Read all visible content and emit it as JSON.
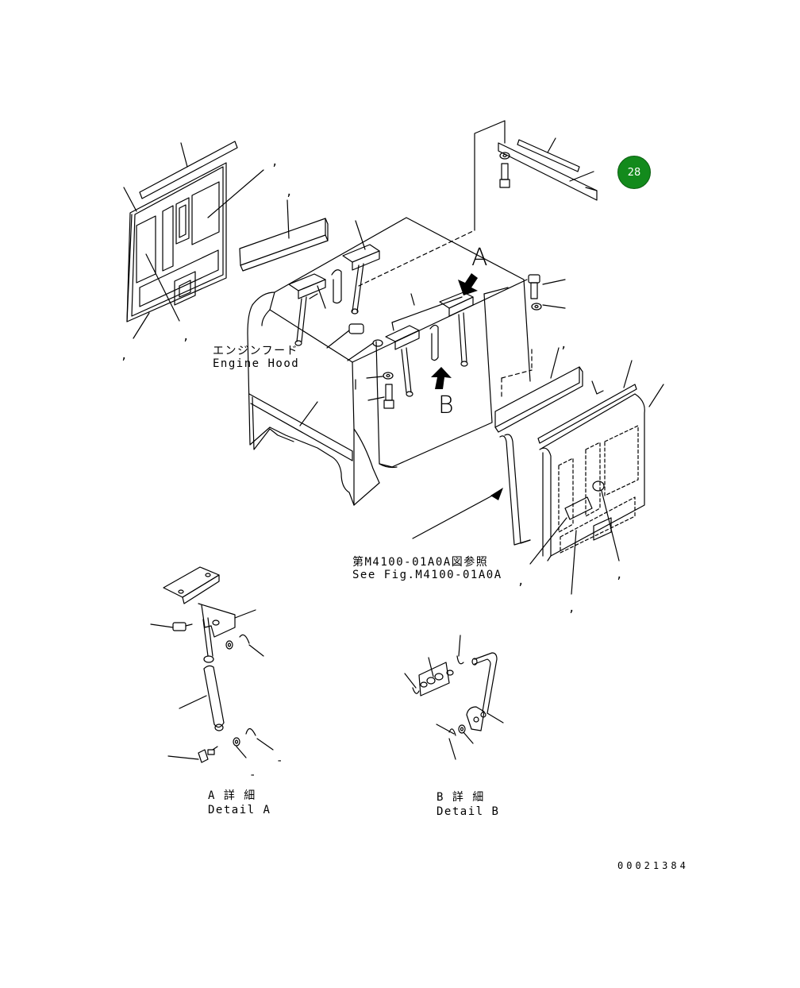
{
  "badge": {
    "number": "28"
  },
  "labels": {
    "engine_hood_jp": "エンジンフード",
    "engine_hood_en": "Engine Hood",
    "view_a": "A",
    "view_b": "B",
    "ref_jp": "第M4100-01A0A図参照",
    "ref_en": "See Fig.M4100-01A0A",
    "detail_a_jp": "A 詳 細",
    "detail_a_en": "Detail A",
    "detail_b_jp": "B 詳 細",
    "detail_b_en": "Detail B",
    "drawing_code": "00021384",
    "callout_comma": ",",
    "callout_dash": "-"
  }
}
